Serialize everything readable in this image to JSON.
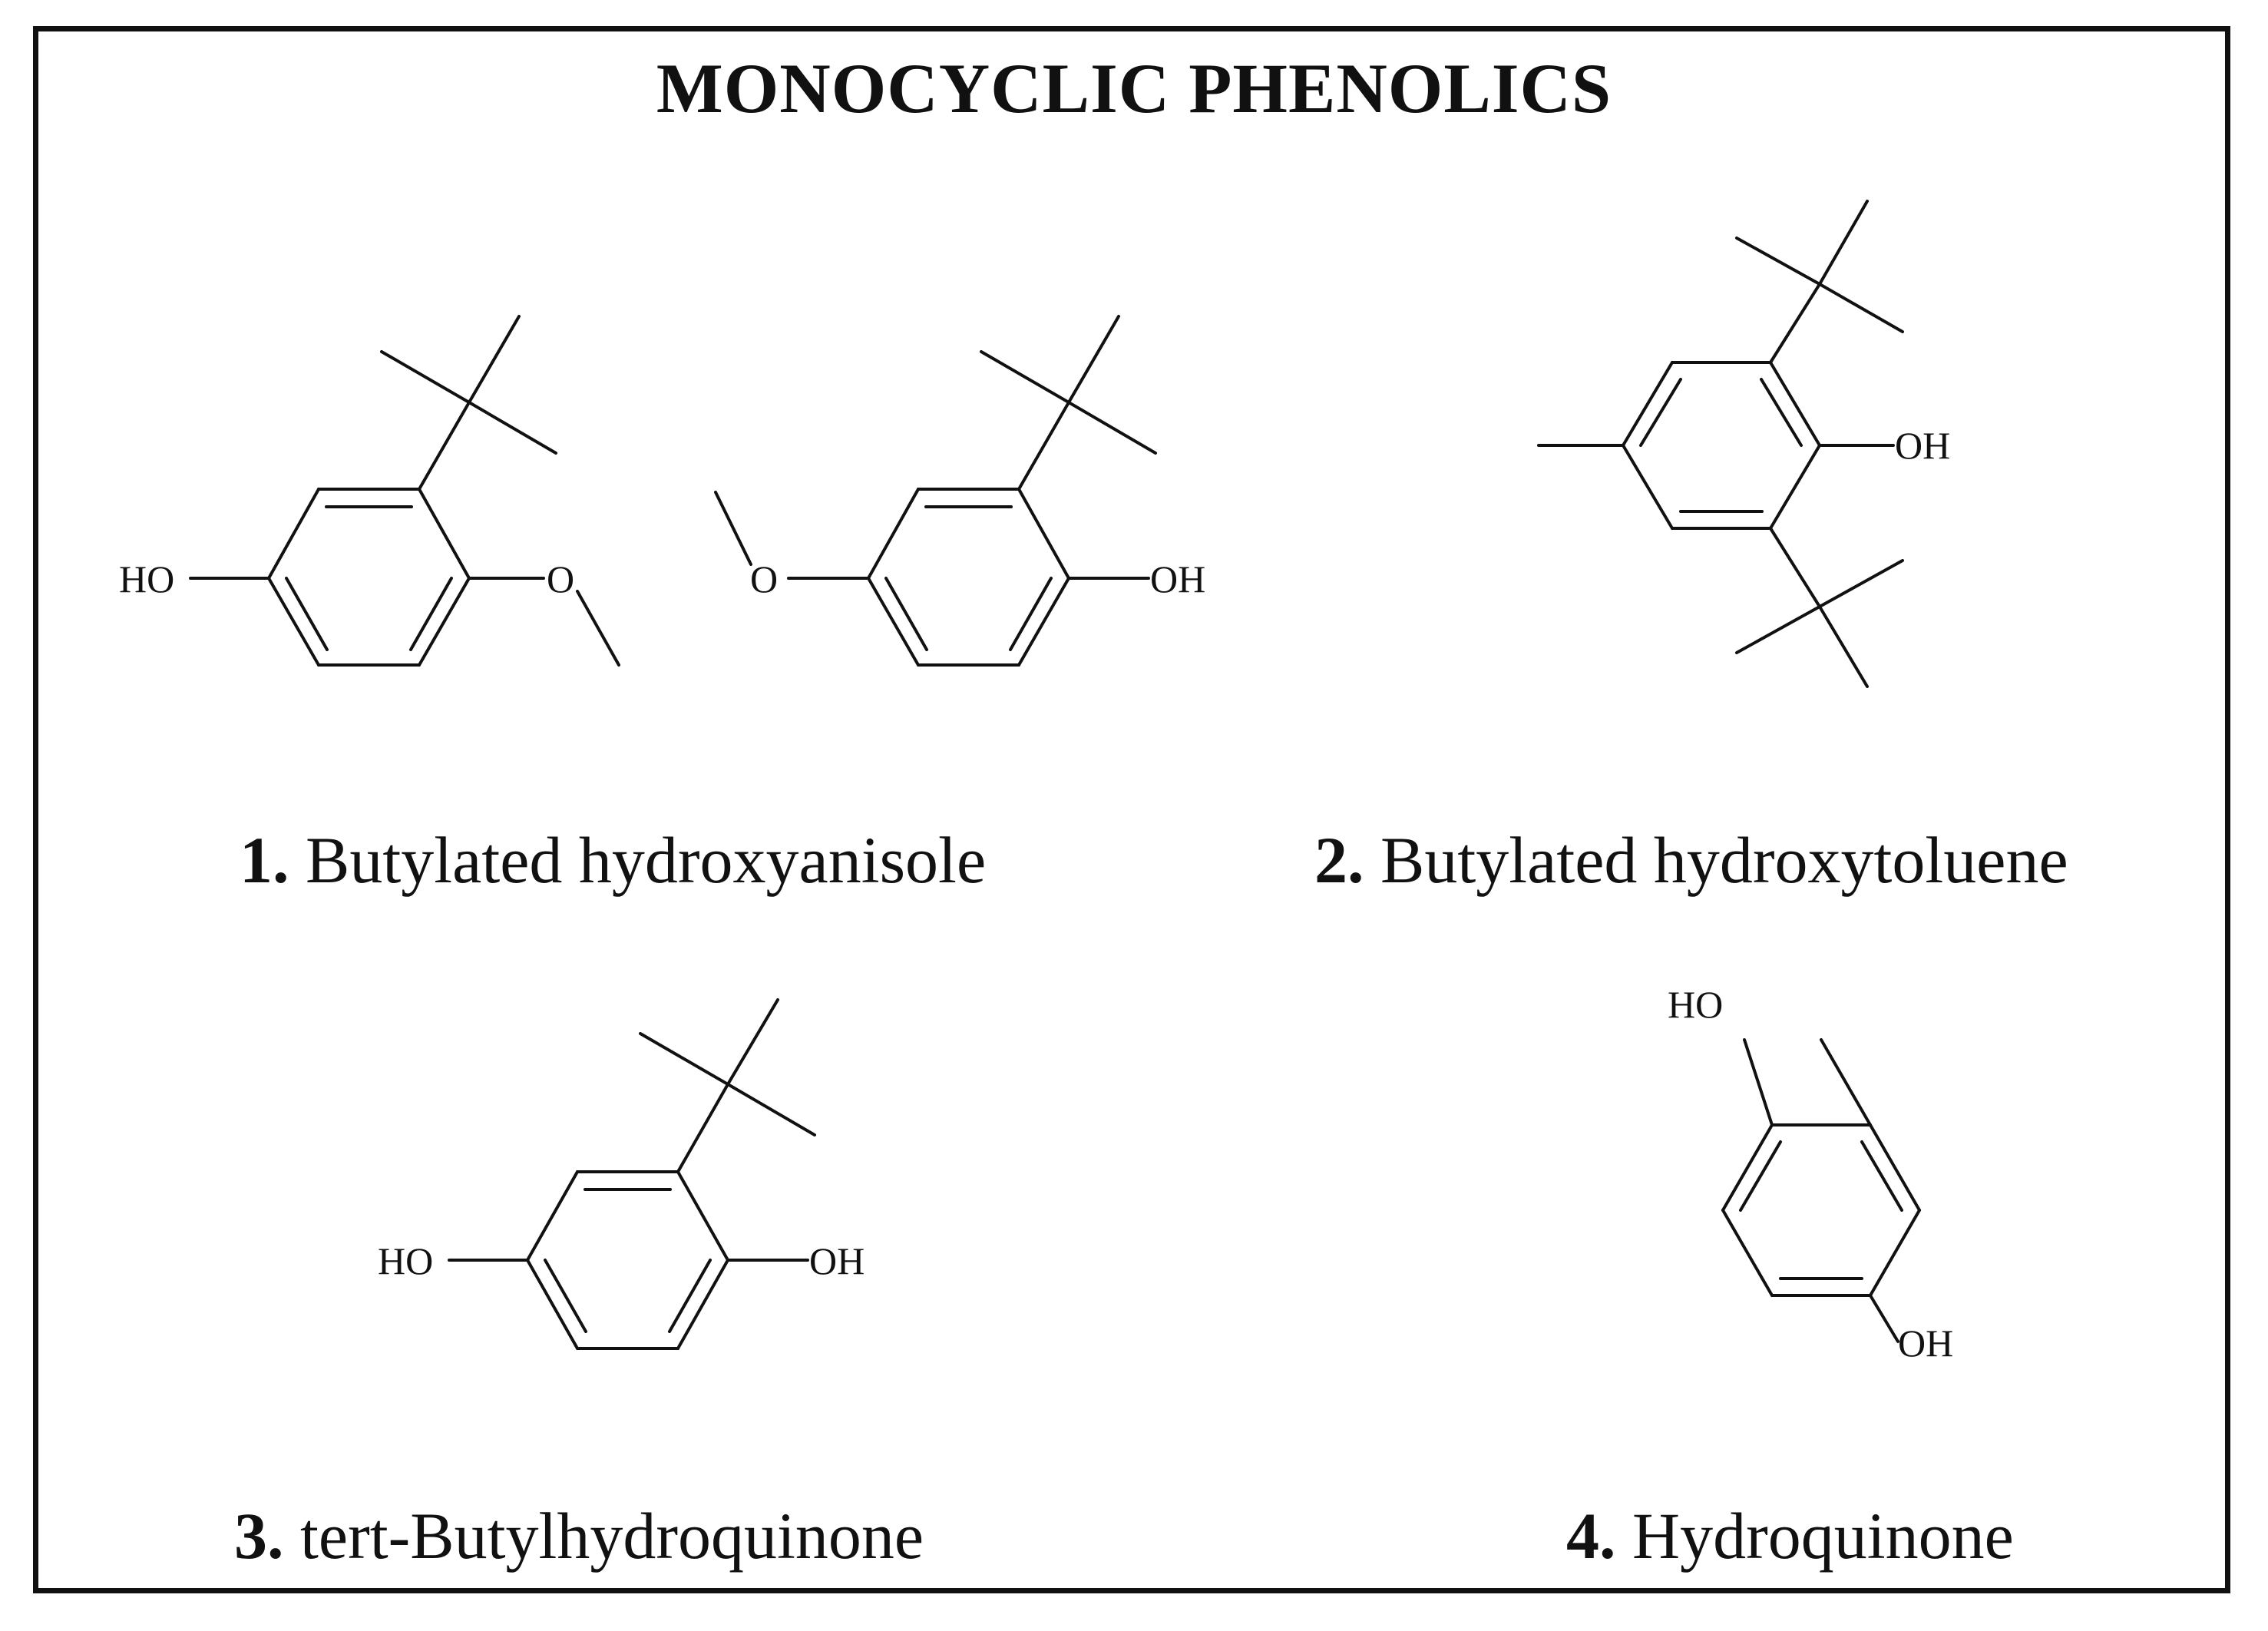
{
  "title": "MONOCYCLIC PHENOLICS",
  "compounds": [
    {
      "number": "1.",
      "name": "Butylated hydroxyanisole"
    },
    {
      "number": "2.",
      "name": "Butylated hydroxytoluene"
    },
    {
      "number": "3.",
      "name": "tert-Butylhydroquinone"
    },
    {
      "number": "4.",
      "name": "Hydroquinone"
    }
  ],
  "atom_labels": {
    "ho": "HO",
    "oh": "OH",
    "o": "O"
  },
  "colors": {
    "ink": "#111111",
    "background": "#ffffff"
  }
}
